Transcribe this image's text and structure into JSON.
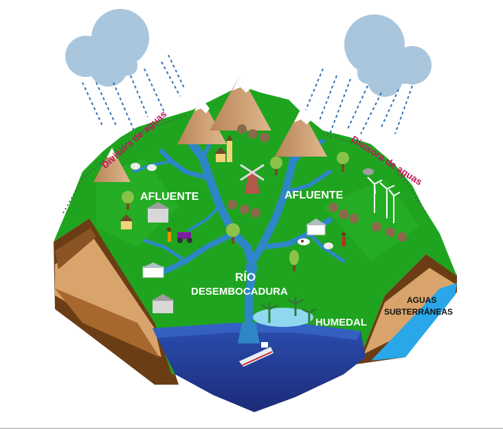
{
  "labels": {
    "divide_left": "Divisora de aguas",
    "divide_right": "Divisora de aguas",
    "tributary_left": "AFLUENTE",
    "tributary_right": "AFLUENTE",
    "river": "RÍO",
    "mouth": "DESEMBOCADURA",
    "wetland": "HUMEDAL",
    "groundwater_line1": "AGUAS",
    "groundwater_line2": "SUBTERRÁNEAS"
  },
  "colors": {
    "grass": "#1fa41f",
    "river": "#2f86c6",
    "sea": "#24378f",
    "groundwater": "#29a7e8",
    "cloud": "#a9c6dd",
    "rain": "#2f6fb4",
    "divide_text": "#c2185b",
    "soil_dark": "#6b3d14",
    "soil_light": "#d9a46b"
  },
  "icons": [
    "cloud-icon",
    "mountain-icon",
    "tree-icon",
    "house-icon",
    "barn-icon",
    "windmill-icon",
    "wind-turbine-icon",
    "ship-icon",
    "cow-icon",
    "sheep-icon",
    "tractor-icon",
    "person-icon",
    "palm-tree-icon",
    "lake-icon"
  ]
}
